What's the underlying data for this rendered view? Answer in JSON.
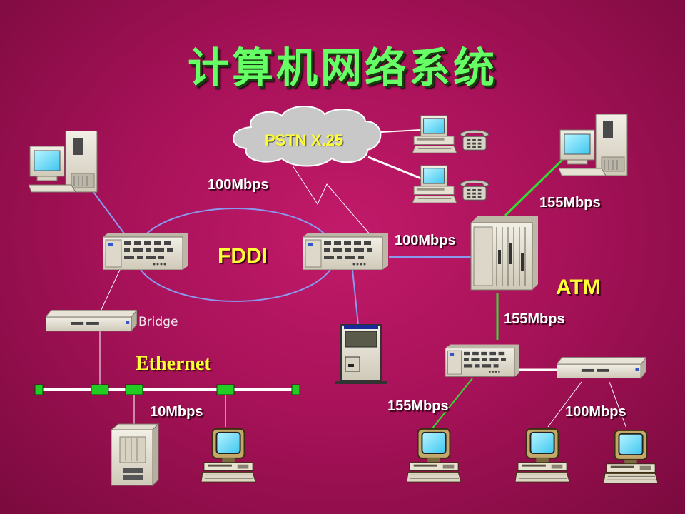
{
  "title": "计算机网络系统",
  "labels": {
    "pstn": "PSTN X.25",
    "fddi": "FDDI",
    "atm": "ATM",
    "ethernet": "Ethernet",
    "bridge": "Bridge",
    "speed_pstn_link": "100Mbps",
    "speed_fddi_atm": "100Mbps",
    "speed_atm_pc": "155Mbps",
    "speed_atm_switch": "155Mbps",
    "speed_switch_pc": "155Mbps",
    "speed_hub_pcs": "100Mbps",
    "speed_ethernet": "10Mbps"
  },
  "colors": {
    "title": "#66ff66",
    "accent_label": "#ffff33",
    "link_green": "#33dd33",
    "link_blue": "#8899ee",
    "link_white": "#ffffff"
  }
}
